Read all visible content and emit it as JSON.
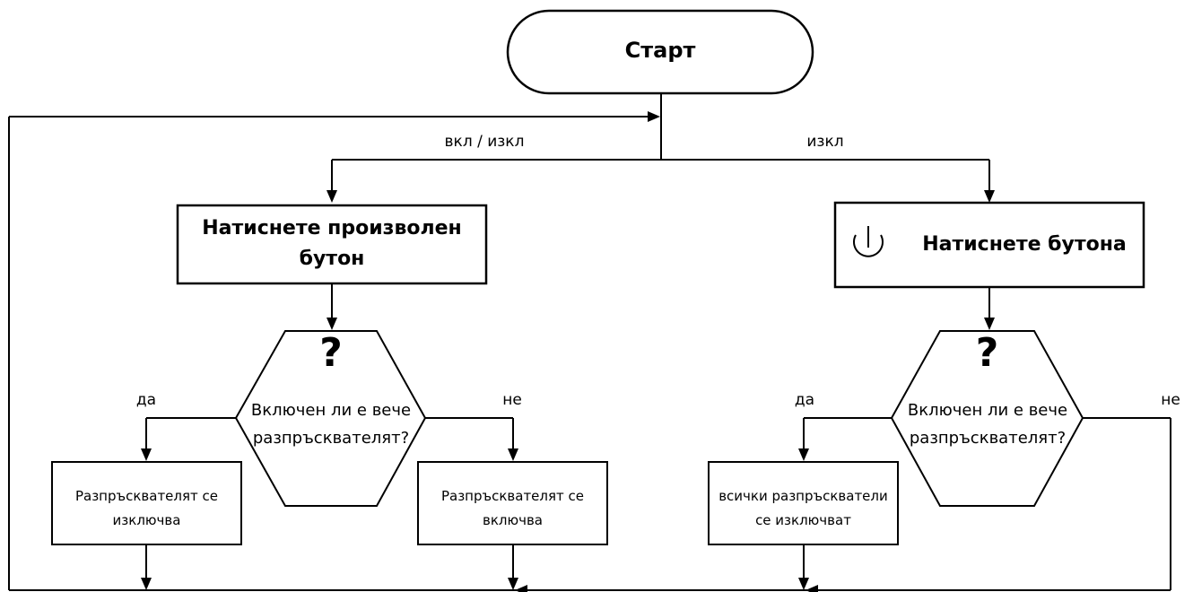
{
  "start": {
    "label": "Старт"
  },
  "edges": {
    "left_branch": "вкл / изкл",
    "right_branch": "изкл",
    "left_yes": "да",
    "left_no": "не",
    "right_yes": "да",
    "right_no": "не"
  },
  "actions": {
    "press_any": "Натиснете произволен бутон",
    "press_power": "Натиснете бутона"
  },
  "decisions": {
    "left": {
      "mark": "?",
      "line1": "Включен ли е вече",
      "line2": "разпръсквателят?"
    },
    "right": {
      "mark": "?",
      "line1": "Включен ли е вече",
      "line2": "разпръсквателят?"
    }
  },
  "results": {
    "turns_off": {
      "line1": "Разпръсквателят се",
      "line2": "изключва"
    },
    "turns_on": {
      "line1": "Разпръсквателят се",
      "line2": "включва"
    },
    "all_off": {
      "line1": "всички разпръскватели",
      "line2": "се изключват"
    }
  },
  "icons": {
    "power": "power-icon"
  }
}
